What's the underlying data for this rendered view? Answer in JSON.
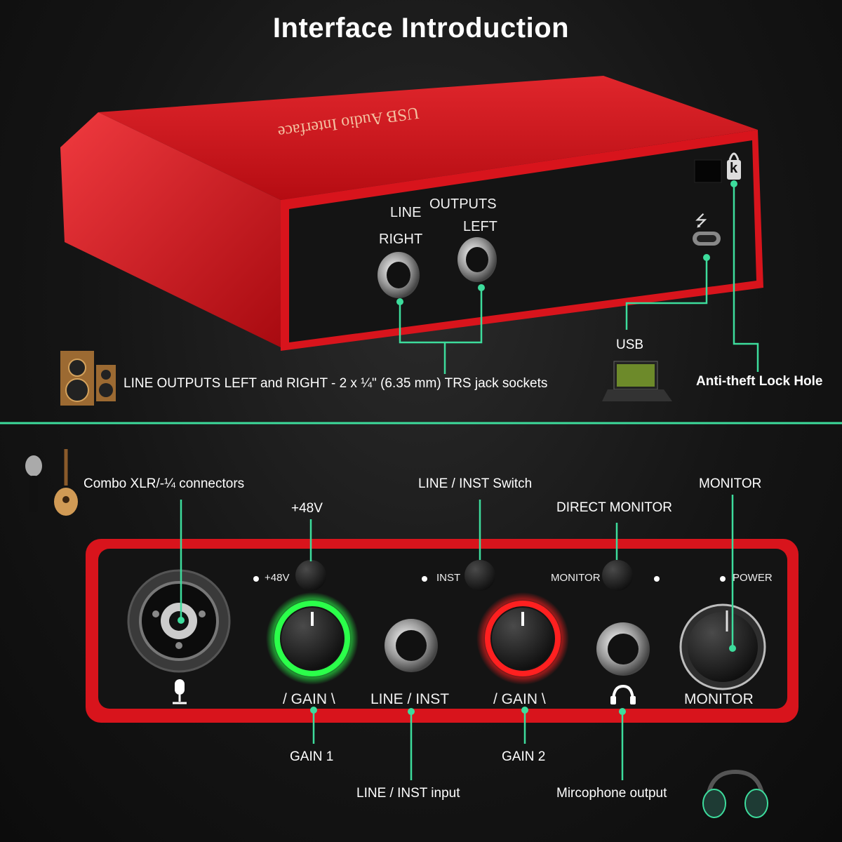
{
  "title": "Interface Introduction",
  "rear": {
    "top_text": "USB Audio Interface",
    "line_label": "LINE",
    "outputs_label": "OUTPUTS",
    "right_label": "RIGHT",
    "left_label": "LEFT",
    "lock_symbol": "k",
    "usb_icon": "usb-icon"
  },
  "callouts_top": {
    "line_outputs": "LINE OUTPUTS LEFT and RIGHT - 2 x ¼\" (6.35 mm) TRS jack sockets",
    "usb": "USB",
    "lock": "Anti-theft Lock Hole"
  },
  "callouts_bottom": {
    "combo": "Combo XLR/-¼ connectors",
    "phantom": "+48V",
    "line_inst_switch": "LINE / INST Switch",
    "direct_monitor": "DIRECT MONITOR",
    "monitor": "MONITOR",
    "gain1": "GAIN 1",
    "gain2": "GAIN 2",
    "line_inst_input": "LINE / INST input",
    "mic_output": "Mircophone output"
  },
  "front": {
    "phantom_small": "+48V",
    "inst_small": "INST",
    "monitor_small": "MONITOR",
    "power_small": "POWER",
    "gain_label_1": "/ GAIN \\",
    "line_inst_label": "LINE / INST",
    "gain_label_2": "/ GAIN \\",
    "monitor_label": "MONITOR"
  },
  "colors": {
    "accent_line": "#3ddc9c",
    "device_red": "#d8141c",
    "gain1_ring": "#2bff4a",
    "gain2_ring": "#ff2020"
  }
}
